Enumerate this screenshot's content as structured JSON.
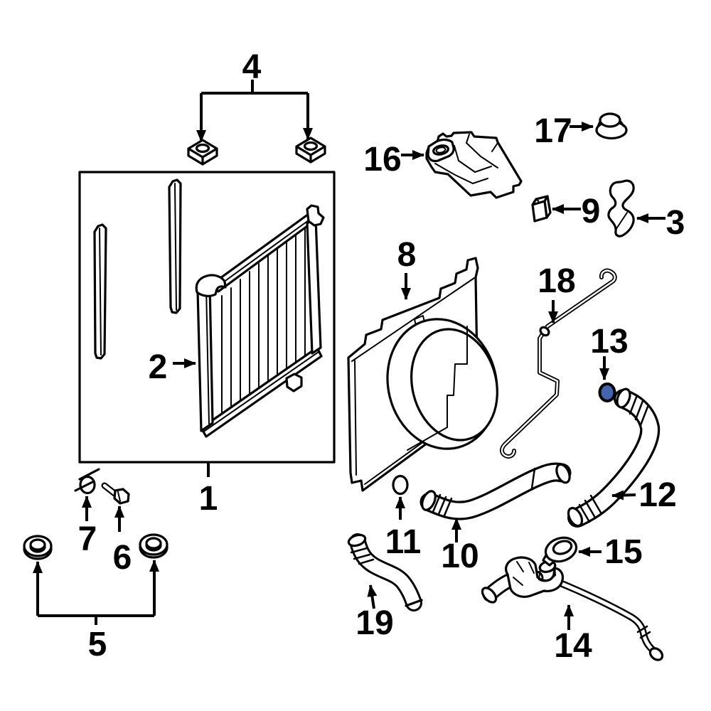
{
  "figure": {
    "background_color": "#ffffff",
    "line_color": "#000000",
    "highlight_color": "#4365ad",
    "highlighted_callout": "13"
  },
  "callouts": [
    {
      "label": "1"
    },
    {
      "label": "2"
    },
    {
      "label": "3"
    },
    {
      "label": "4"
    },
    {
      "label": "5"
    },
    {
      "label": "6"
    },
    {
      "label": "7"
    },
    {
      "label": "8"
    },
    {
      "label": "9"
    },
    {
      "label": "10"
    },
    {
      "label": "11"
    },
    {
      "label": "12"
    },
    {
      "label": "13"
    },
    {
      "label": "14"
    },
    {
      "label": "15"
    },
    {
      "label": "16"
    },
    {
      "label": "17"
    },
    {
      "label": "18"
    },
    {
      "label": "19"
    }
  ]
}
